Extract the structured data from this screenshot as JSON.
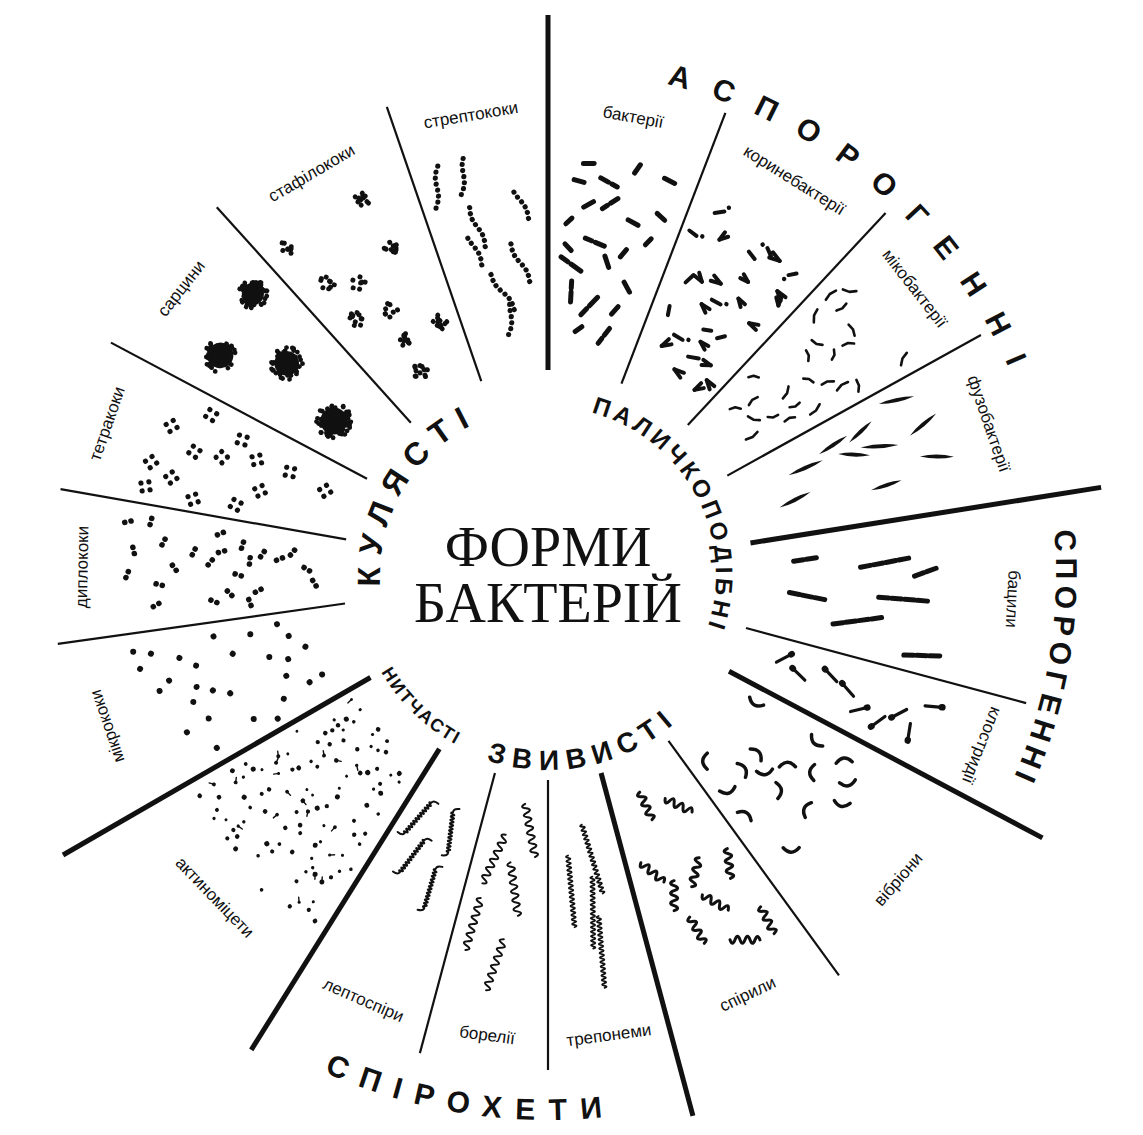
{
  "diagram": {
    "title": "ФОРМИ БАКТЕРІЙ",
    "labels": [
      "АСПОРОГЕННІ",
      "бактерії",
      "коринебактерії",
      "мікобактерії",
      "фузобактерії",
      "СПОРОГЕННІ",
      "бацили",
      "клостридії",
      "вібріони",
      "спірили",
      "трепонеми",
      "борелії",
      "лептоспіри",
      "СПІРОХЕТИ",
      "актиноміцети",
      "мікрококи",
      "диплококи",
      "тетракоки",
      "сарцини",
      "стафілококи",
      "стрептококи",
      "КУЛЯСТІ",
      "ПАЛИЧКОПОДІБНІ",
      "ЗВИВИСТІ",
      "НИТЧАСТІ"
    ]
  }
}
